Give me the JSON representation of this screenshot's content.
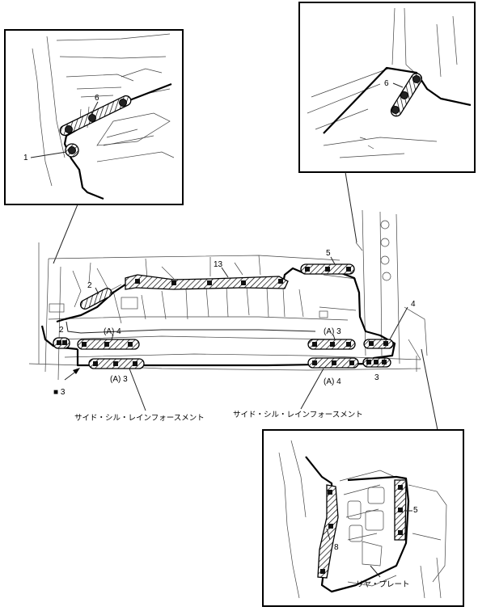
{
  "labels": {
    "inset_tl_6": "6",
    "inset_tl_1": "1",
    "inset_tr_6": "6",
    "main_13": "13",
    "main_5": "5",
    "main_2_upper": "2",
    "main_2_lower": "2",
    "main_4_right": "4",
    "main_3_right": "3",
    "main_a4_left": "(A) 4",
    "main_a3_left": "(A) 3",
    "main_a3_right": "(A) 3",
    "main_a4_right": "(A) 4",
    "main_square3": "■ 3",
    "inset_br_5": "5",
    "inset_br_8": "8"
  },
  "captions": {
    "side_sill_left": "サイド・シル・レインフォースメント",
    "side_sill_right": "サイド・シル・レインフォースメント",
    "rear_plate": "リヤ・プレート"
  },
  "colors": {
    "line": "#000000",
    "background": "#ffffff"
  }
}
